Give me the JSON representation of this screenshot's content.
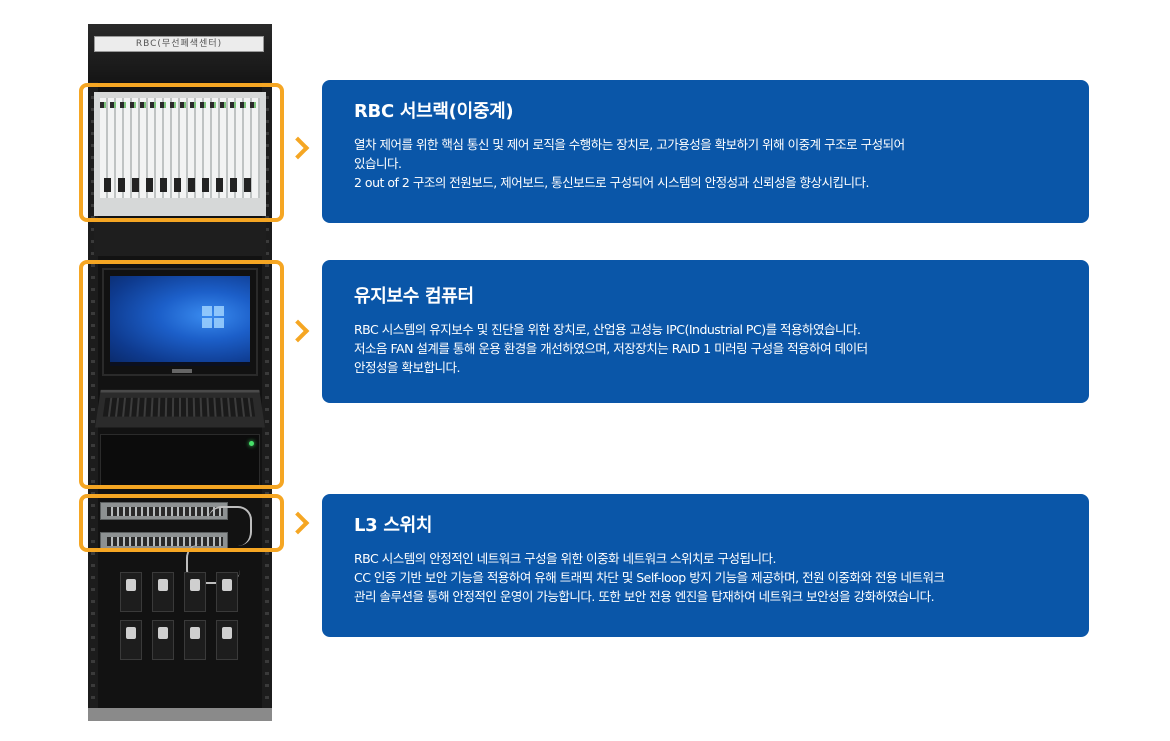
{
  "rack": {
    "label": "RBC(무선폐색센터)"
  },
  "accent_color": "#f5a623",
  "card_color": "#0a56a8",
  "sections": [
    {
      "title": "RBC 서브랙(이중계)",
      "lines": [
        "열차 제어를 위한 핵심 통신 및 제어 로직을 수행하는 장치로, 고가용성을 확보하기 위해 이중계 구조로 구성되어",
        "있습니다.",
        "2 out of 2 구조의 전원보드, 제어보드, 통신보드로 구성되어 시스템의 안정성과 신뢰성을 향상시킵니다."
      ]
    },
    {
      "title": "유지보수 컴퓨터",
      "lines": [
        "RBC 시스템의 유지보수 및 진단을 위한 장치로, 산업용 고성능 IPC(Industrial PC)를 적용하였습니다.",
        "저소음 FAN 설계를 통해 운용 환경을 개선하였으며, 저장장치는 RAID 1 미러링 구성을 적용하여 데이터",
        "안정성을 확보합니다."
      ]
    },
    {
      "title": "L3 스위치",
      "lines": [
        "RBC 시스템의 안정적인 네트워크 구성을 위한 이중화 네트워크 스위치로 구성됩니다.",
        "CC 인증 기반 보안 기능을 적용하여 유해 트래픽 차단 및 Self-loop 방지 기능을 제공하며, 전원 이중화와 전용 네트워크",
        "관리 솔루션을 통해 안정적인 운영이 가능합니다. 또한 보안 전용 엔진을 탑재하여 네트워크 보안성을 강화하였습니다."
      ]
    }
  ]
}
